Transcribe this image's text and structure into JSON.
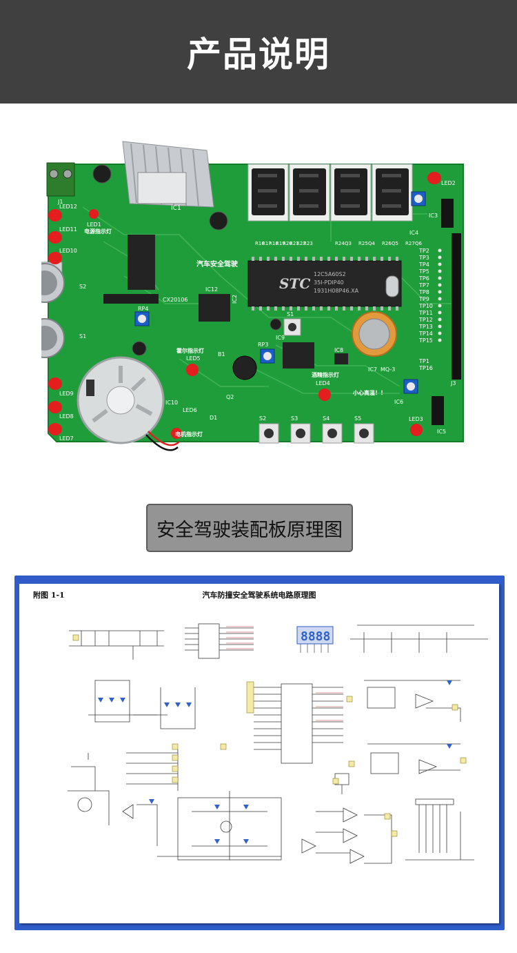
{
  "header": {
    "title": "产品说明"
  },
  "section_label": "安全驾驶装配板原理图",
  "pcb": {
    "board_title": "汽车安全驾驶",
    "stc_logo": "STC",
    "chip_lines": [
      "12C5A60S2",
      "35I-PDIP40",
      "1931H08P46.XA"
    ],
    "sensor_label": "MQ-3",
    "labels": {
      "led12": "LED12",
      "led11": "LED11",
      "led10": "LED10",
      "led9": "LED9",
      "led8": "LED8",
      "led7": "LED7",
      "led1": "LED1",
      "led2": "LED2",
      "led3": "LED3",
      "led4": "LED4",
      "led5": "LED5",
      "led6": "LED6",
      "j1": "J1",
      "j3": "J3",
      "ic1": "IC1",
      "ic2": "IC2",
      "ic3": "IC3",
      "ic4": "IC4",
      "ic5": "IC5",
      "ic6": "IC6",
      "ic7": "IC7",
      "ic8": "IC8",
      "ic9": "IC9",
      "ic10": "IC10",
      "ic12": "IC12",
      "s1": "S1",
      "s2": "S2",
      "s3": "S3",
      "s4": "S4",
      "s5": "S5",
      "cx": "CX20106",
      "b1": "B1",
      "power_led": "电源指示灯",
      "hall_led": "霍尔指示灯",
      "alcohol_led": "酒精指示灯",
      "motor_led": "电机指示灯",
      "warning": "小心高温！！",
      "rp3": "RP3",
      "rp4": "RP4",
      "q2": "Q2",
      "d1": "D1"
    },
    "tp_labels": [
      "TP2",
      "TP3",
      "TP4",
      "TP5",
      "TP6",
      "TP7",
      "TP8",
      "TP9",
      "TP10",
      "TP11",
      "TP12",
      "TP13",
      "TP14",
      "TP15"
    ],
    "tp_bottom": [
      "TP1",
      "TP16"
    ],
    "res_labels": [
      "R16",
      "R17",
      "R18",
      "R19",
      "R20",
      "R21",
      "R22",
      "R23",
      "R24",
      "Q3",
      "R25",
      "Q4",
      "R26",
      "Q5",
      "R27",
      "Q6"
    ],
    "led_colors": {
      "red": "#e41e1e",
      "board": "#1f9d3a"
    }
  },
  "schematic": {
    "fig_label": "附图 1-1",
    "title": "汽车防撞安全驾驶系统电路原理图",
    "display_digits": "8888"
  }
}
